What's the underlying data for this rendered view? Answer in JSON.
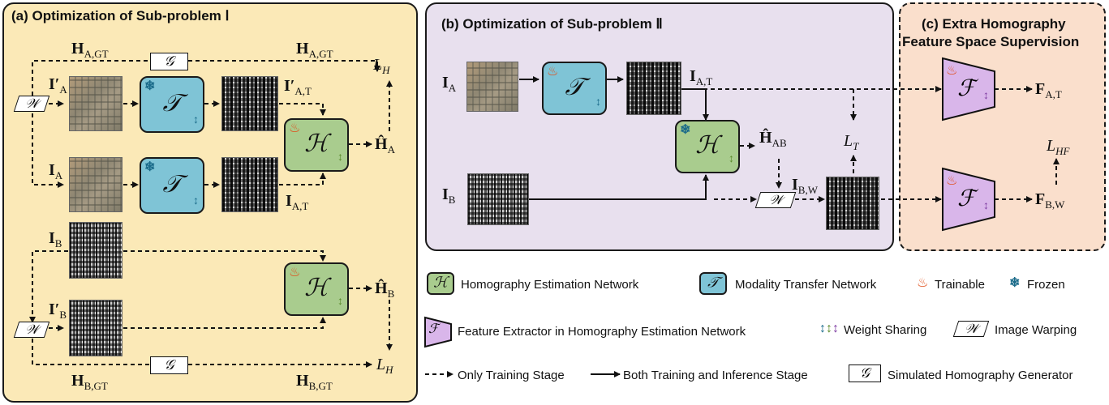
{
  "panel_a": {
    "title": "(a) Optimization of Sub-problem Ⅰ"
  },
  "panel_b": {
    "title": "(b) Optimization of Sub-problem Ⅱ"
  },
  "panel_c": {
    "title_line1": "(c) Extra Homography",
    "title_line2": "Feature Space Supervision"
  },
  "symbols": {
    "T": "𝒯",
    "H": "ℋ",
    "F": "ℱ",
    "W": "𝒲",
    "G": "𝒢"
  },
  "labels": {
    "H_A_GT": "H",
    "H_A_GT_sub": "A,GT",
    "I_A_prime": "I′",
    "I_A_prime_sub": "A",
    "I_A_T_prime": "I′",
    "I_A_T_prime_sub": "A,T",
    "L_H": "L",
    "L_H_sub": "H",
    "Hhat_A": "Ĥ",
    "Hhat_A_sub": "A",
    "I_A": "I",
    "I_A_sub": "A",
    "I_A_T": "I",
    "I_A_T_sub": "A,T",
    "I_B": "I",
    "I_B_sub": "B",
    "I_B_prime": "I′",
    "I_B_prime_sub": "B",
    "Hhat_B": "Ĥ",
    "Hhat_B_sub": "B",
    "H_B_GT": "H",
    "H_B_GT_sub": "B,GT",
    "Hhat_AB": "Ĥ",
    "Hhat_AB_sub": "AB",
    "L_T": "L",
    "L_T_sub": "T",
    "I_B_W": "I",
    "I_B_W_sub": "B,W",
    "F_A_T": "F",
    "F_A_T_sub": "A,T",
    "F_B_W": "F",
    "F_B_W_sub": "B,W",
    "L_HF": "L",
    "L_HF_sub": "HF"
  },
  "legend": {
    "homography": "Homography Estimation Network",
    "modality": "Modality Transfer Network",
    "trainable": "Trainable",
    "frozen": "Frozen",
    "feature": "Feature Extractor in Homography Estimation Network",
    "weight_sharing": "Weight Sharing",
    "image_warping": "Image Warping",
    "only_training": "Only Training Stage",
    "both_stage": "Both Training and Inference Stage",
    "simulated": "Simulated Homography Generator"
  },
  "icons": {
    "trainable": "fire-icon",
    "frozen": "snowflake-icon",
    "weight_sharing": "double-arrow-icon"
  },
  "colors": {
    "panel_a": "#fbe9b7",
    "panel_b": "#e8e0ee",
    "panel_c": "#fadfcc",
    "T_net": "#7fc4d6",
    "H_net": "#a9cc8e",
    "F_net": "#d9b6ea"
  }
}
